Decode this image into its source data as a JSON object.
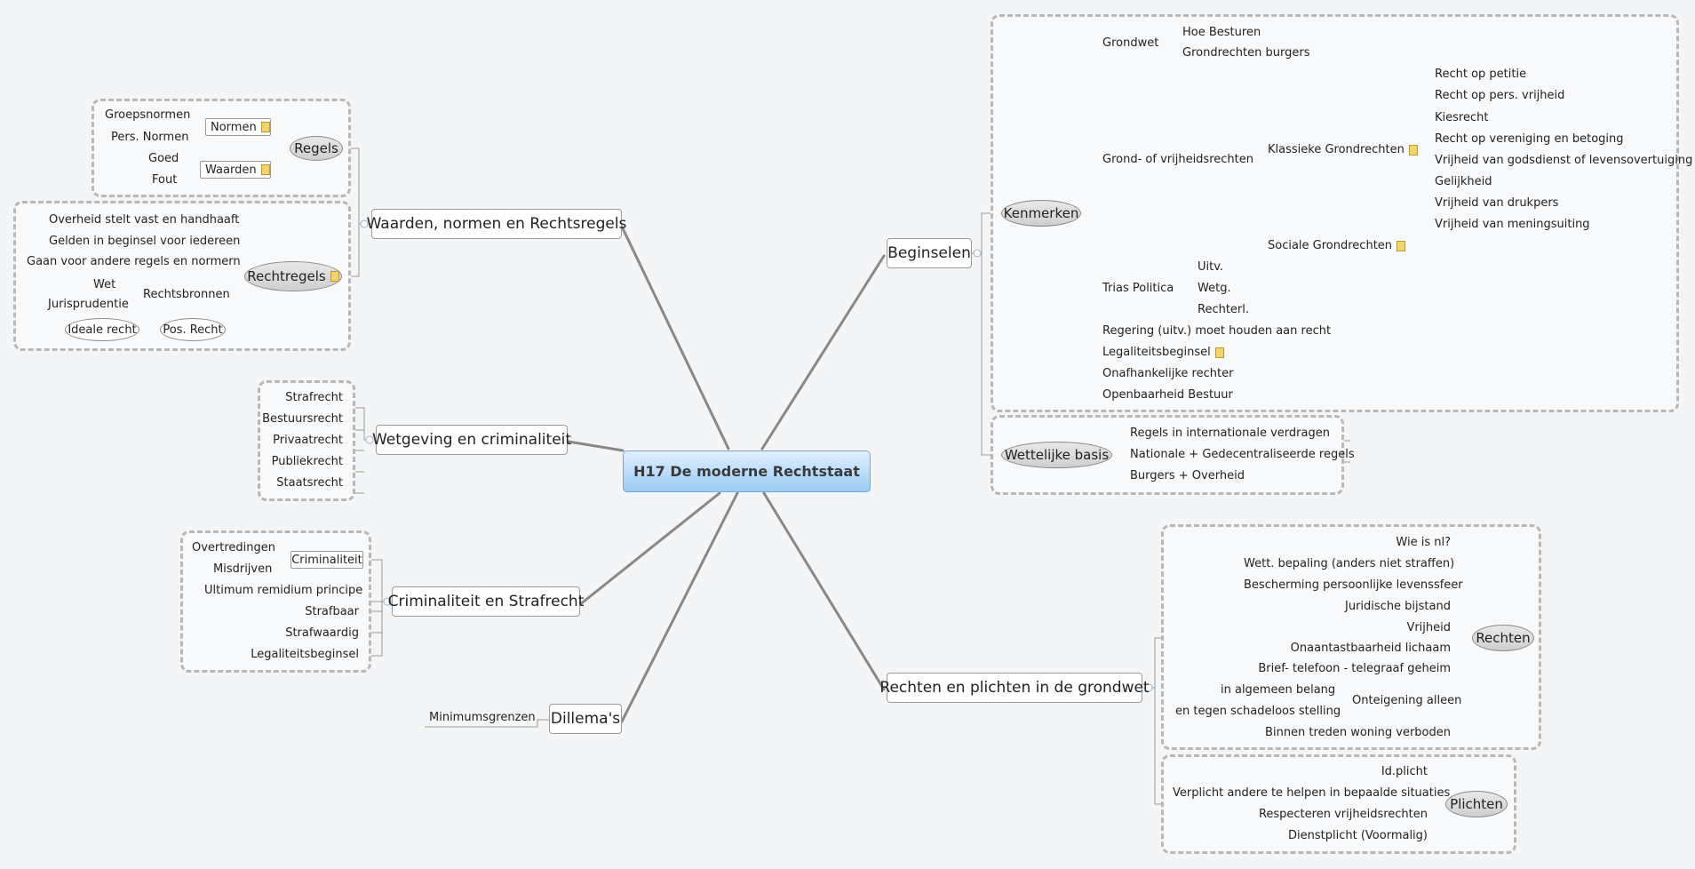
{
  "central": "H17 De moderne Rechtstaat",
  "waarden": {
    "title": "Waarden, normen en Rechtsregels",
    "regels": "Regels",
    "normen": "Normen",
    "waarden": "Waarden",
    "groepsnormen": "Groepsnormen",
    "pers_normen": "Pers. Normen",
    "goed": "Goed",
    "fout": "Fout",
    "rechtregels": "Rechtregels",
    "r1": "Overheid stelt vast en handhaaft",
    "r2": "Gelden in beginsel voor iedereen",
    "r3": "Gaan voor andere regels en normern",
    "rechtsbronnen": "Rechtsbronnen",
    "wet": "Wet",
    "jurisprudentie": "Jurisprudentie",
    "ideale": "Ideale recht",
    "pos": "Pos. Recht"
  },
  "wetgeving": {
    "title": "Wetgeving en criminaliteit",
    "items": [
      "Strafrecht",
      "Bestuursrecht",
      "Privaatrecht",
      "Publiekrecht",
      "Staatsrecht"
    ]
  },
  "crim": {
    "title": "Criminaliteit en Strafrecht",
    "criminaliteit": "Criminaliteit",
    "overtredingen": "Overtredingen",
    "misdrijven": "Misdrijven",
    "ultimum": "Ultimum remidium principe",
    "strafbaar": "Strafbaar",
    "strafwaardig": "Strafwaardig",
    "legaliteit": "Legaliteitsbeginsel"
  },
  "dilemmas": {
    "title": "Dillema's",
    "minimum": "Minimumsgrenzen"
  },
  "beginselen": {
    "title": "Beginselen",
    "kenmerken": "Kenmerken",
    "grondwet": "Grondwet",
    "hoe_besturen": "Hoe Besturen",
    "grondrechten_burgers": "Grondrechten burgers",
    "grond_vrij": "Grond- of vrijheidsrechten",
    "klassieke": "Klassieke Grondrechten",
    "klassieke_items": [
      "Recht op petitie",
      "Recht op pers. vrijheid",
      "Kiesrecht",
      "Recht op vereniging en betoging",
      "Vrijheid van godsdienst of levensovertuiging",
      "Gelijkheid",
      "Vrijheid van drukpers",
      "Vrijheid van meningsuiting"
    ],
    "sociale": "Sociale Grondrechten",
    "trias": "Trias Politica",
    "trias_items": [
      "Uitv.",
      "Wetg.",
      "Rechterl."
    ],
    "regering": "Regering (uitv.) moet houden aan recht",
    "legaliteit": "Legaliteitsbeginsel",
    "onafhankelijke": "Onafhankelijke rechter",
    "openbaarheid": "Openbaarheid Bestuur",
    "wettelijke": "Wettelijke basis",
    "wettelijke_items": [
      "Regels in internationale verdragen",
      "Nationale + Gedecentraliseerde regels",
      "Burgers + Overheid"
    ]
  },
  "rechten": {
    "title": "Rechten en plichten in de grondwet",
    "rechten": "Rechten",
    "items": [
      "Wie is nl?",
      "Wett. bepaling (anders niet straffen)",
      "Bescherming persoonlijke levenssfeer",
      "Juridische bijstand",
      "Vrijheid",
      "Onaantastbaarheid lichaam",
      "Brief- telefoon - telegraaf geheim"
    ],
    "onteigening": "Onteigening alleen",
    "onteigening_items": [
      "in algemeen belang",
      "en tegen schadeloos stelling"
    ],
    "binnen": "Binnen treden woning verboden",
    "plichten": "Plichten",
    "plichten_items": [
      "Id.plicht",
      "Verplicht andere te helpen in bepaalde situaties",
      "Respecteren vrijheidsrechten",
      "Dienstplicht (Voormalig)"
    ]
  }
}
